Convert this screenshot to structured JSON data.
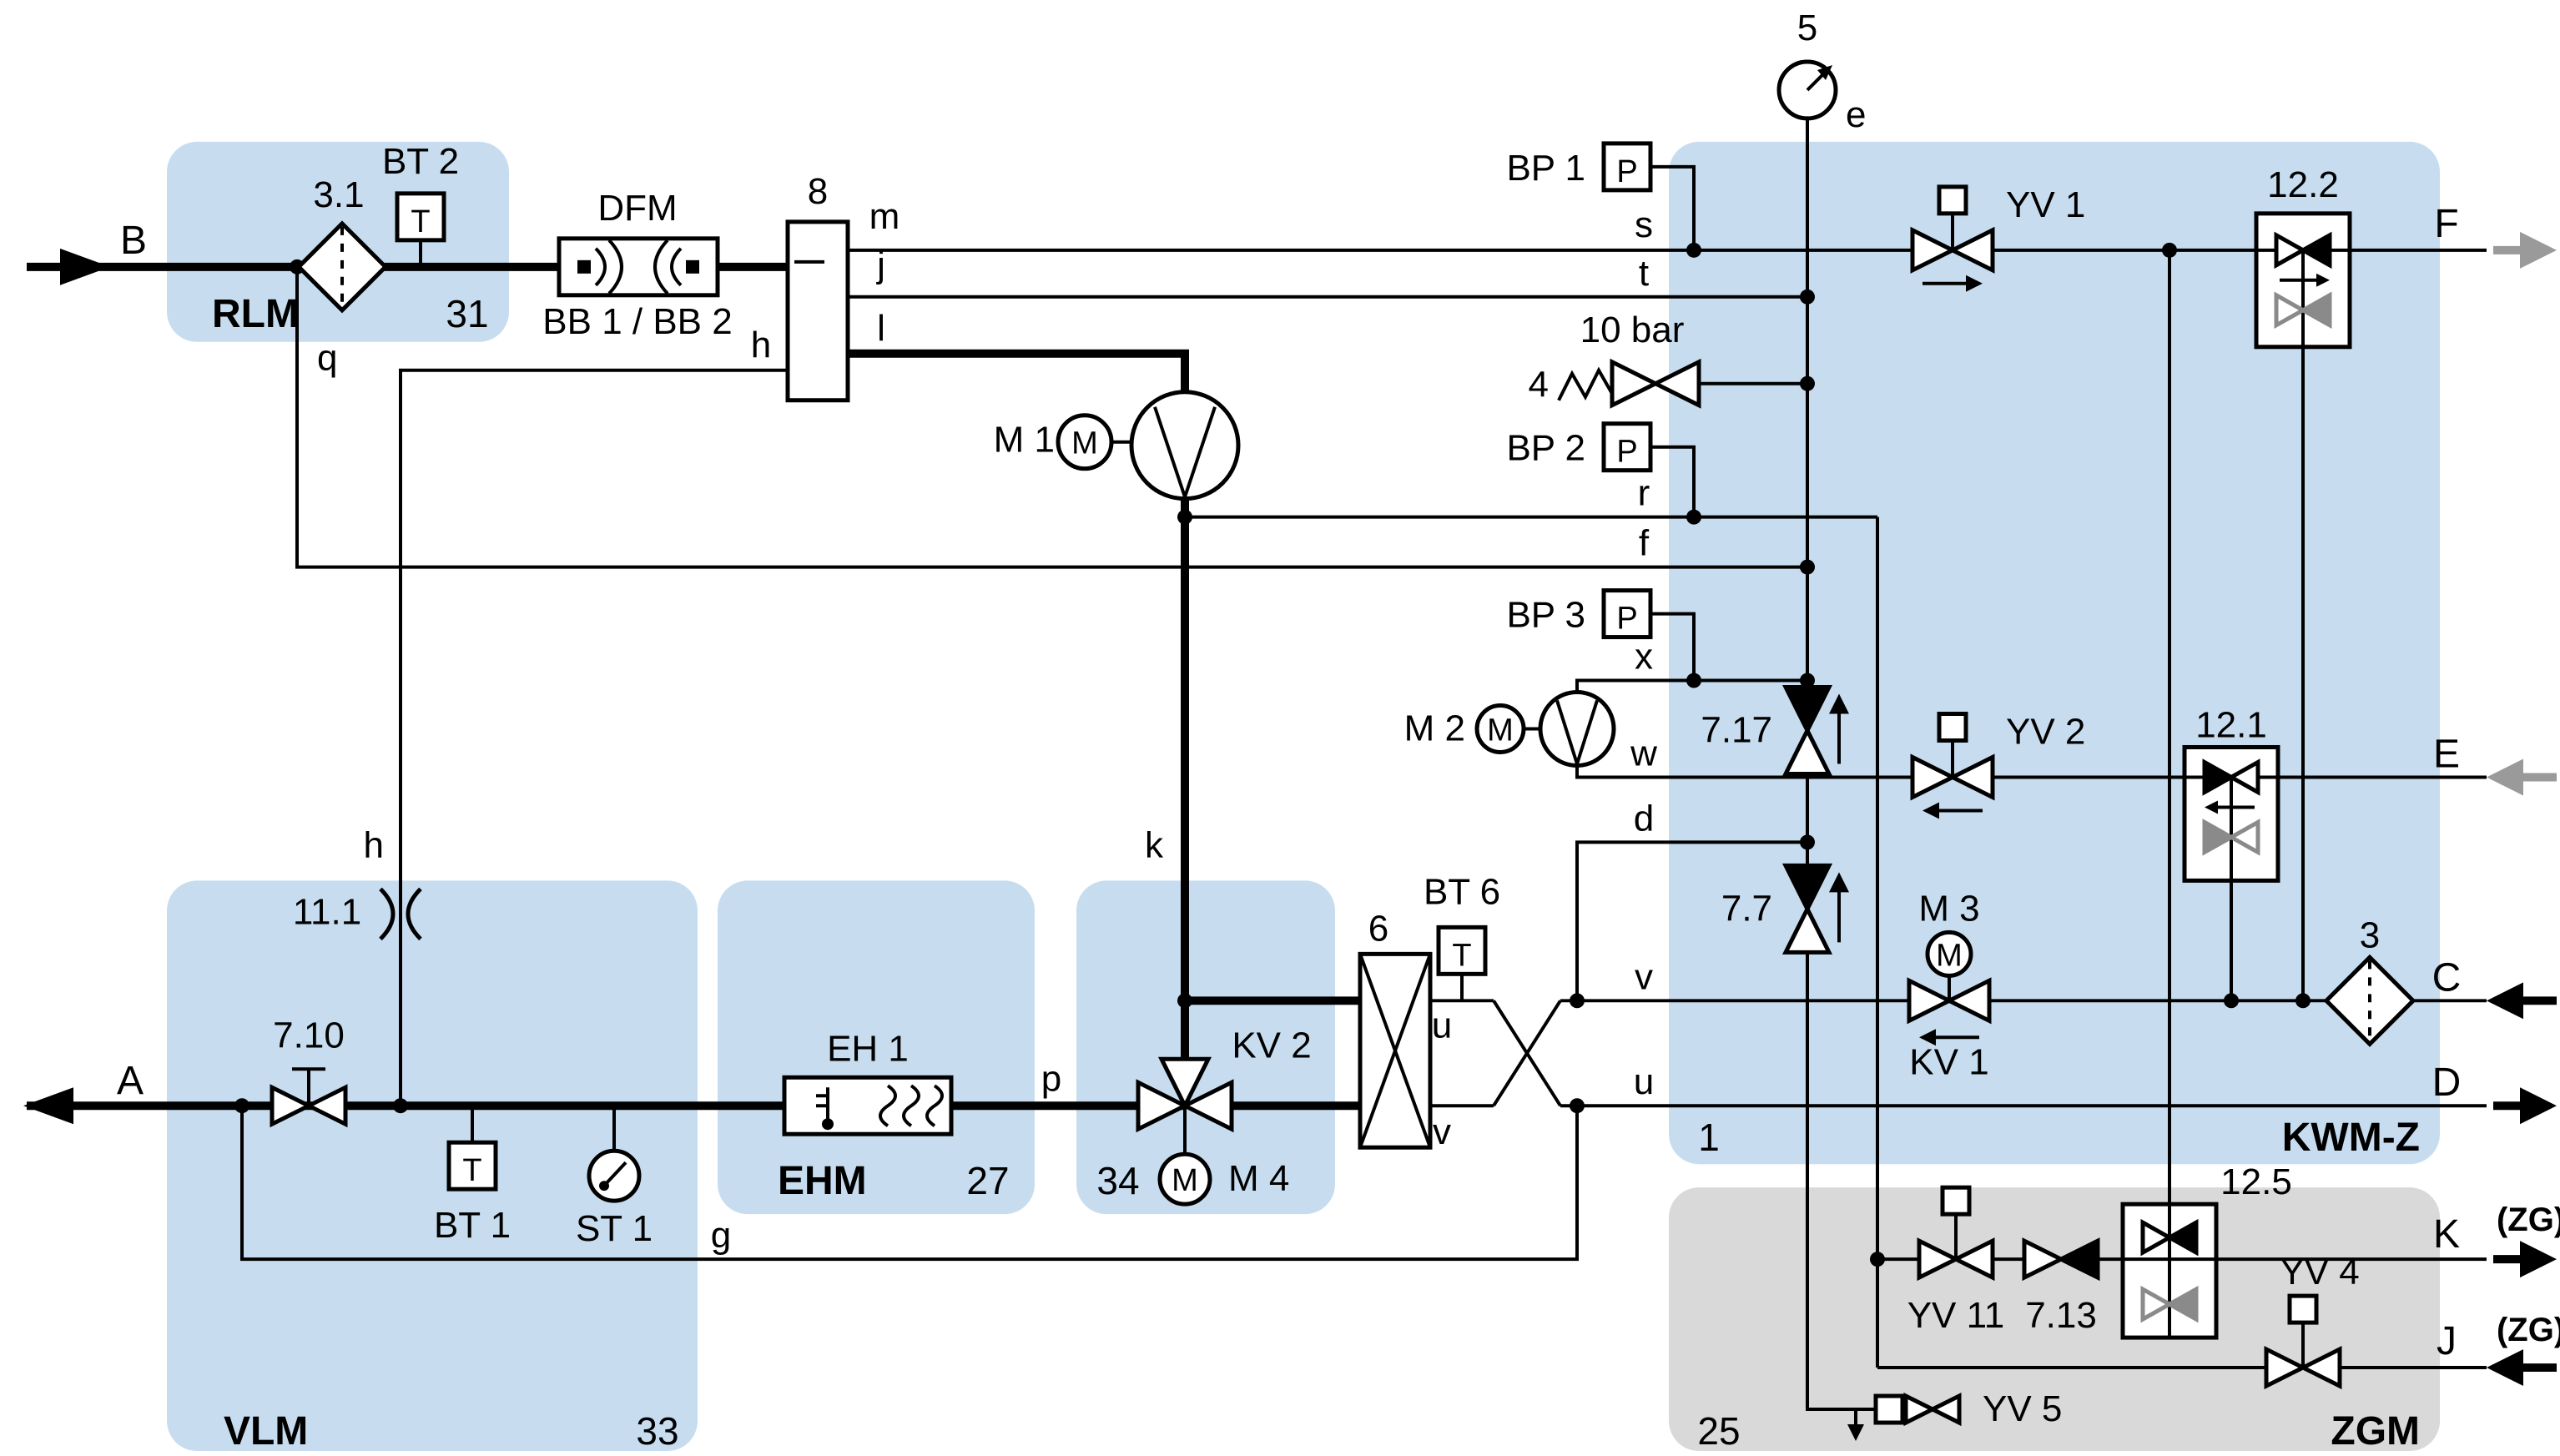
{
  "colors": {
    "module_blue": "#c7ddef",
    "module_gray": "#d9d9d9",
    "line_black": "#000000",
    "arrow_gray": "#9a9a9a"
  },
  "modules": {
    "rlm": {
      "label": "RLM",
      "num": "31"
    },
    "vlm": {
      "label": "VLM",
      "num": "33"
    },
    "ehm": {
      "label": "EHM",
      "num": "27"
    },
    "m34": {
      "num": "34"
    },
    "kwmz": {
      "label": "KWM-Z",
      "num": "1"
    },
    "zgm": {
      "label": "ZGM",
      "num": "25"
    }
  },
  "ports": {
    "a": {
      "label": "A",
      "direction": "out"
    },
    "b": {
      "label": "B",
      "direction": "in"
    },
    "c": {
      "label": "C",
      "direction": "in"
    },
    "d": {
      "label": "D",
      "direction": "out"
    },
    "e": {
      "label": "E",
      "direction": "in",
      "color": "gray"
    },
    "f": {
      "label": "F",
      "direction": "out",
      "color": "gray"
    },
    "j": {
      "label": "J",
      "direction": "in",
      "tag": "(ZG)"
    },
    "k": {
      "label": "K",
      "direction": "out",
      "tag": "(ZG)"
    }
  },
  "instruments": {
    "bp1": "BP 1",
    "bp2": "BP 2",
    "bp3": "BP 3",
    "p": "P",
    "bt1": "BT 1",
    "bt2": "BT 2",
    "bt6": "BT 6",
    "t": "T",
    "st1": "ST 1",
    "gauge_num": "5"
  },
  "components": {
    "filter31": "3.1",
    "filter3": "3",
    "dfm": "DFM",
    "bb": "BB 1 / BB 2",
    "vessel": "8",
    "m1": "M 1",
    "m2": "M 2",
    "m3": "M 3",
    "m4": "M 4",
    "m": "M",
    "kv1": "KV 1",
    "kv2": "KV 2",
    "yv1": "YV 1",
    "yv2": "YV 2",
    "yv4": "YV 4",
    "yv5": "YV 5",
    "yv11": "YV 11",
    "v710": "7.10",
    "v717": "7.17",
    "v77": "7.7",
    "v713": "7.13",
    "v111": "11.1",
    "relief_num": "4",
    "relief_set": "10 bar",
    "eh1": "EH 1",
    "hx": "6",
    "d122": "12.2",
    "d121": "12.1",
    "d125": "12.5"
  },
  "lines": {
    "m": "m",
    "j": "j",
    "l": "l",
    "h": "h",
    "q": "q",
    "k": "k",
    "p": "p",
    "g": "g",
    "s": "s",
    "t": "t",
    "r": "r",
    "f": "f",
    "x": "x",
    "w": "w",
    "d": "d",
    "e": "e",
    "u": "u",
    "v": "v"
  }
}
